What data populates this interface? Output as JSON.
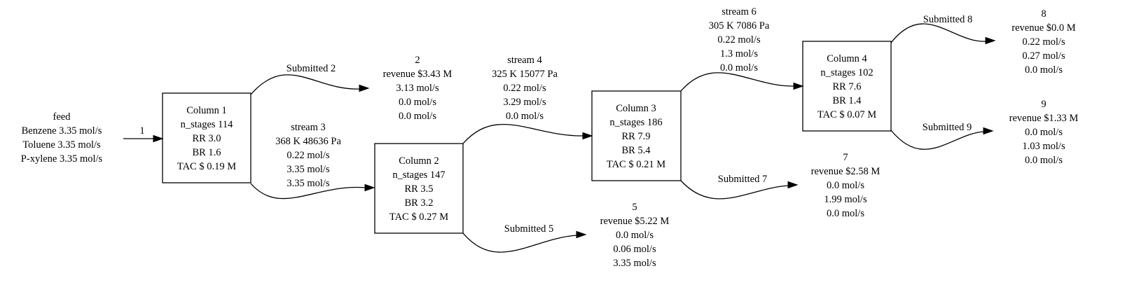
{
  "feed": {
    "title": "feed",
    "lines": [
      "Benzene 3.35 mol/s",
      "Toluene 3.35 mol/s",
      "P-xylene 3.35 mol/s"
    ]
  },
  "columns": {
    "c1": {
      "name": "Column 1",
      "stages": "n_stages 114",
      "rr": "RR 3.0",
      "br": "BR 1.6",
      "tac": "TAC $ 0.19 M"
    },
    "c2": {
      "name": "Column 2",
      "stages": "n_stages 147",
      "rr": "RR 3.5",
      "br": "BR 3.2",
      "tac": "TAC $ 0.27 M"
    },
    "c3": {
      "name": "Column 3",
      "stages": "n_stages 186",
      "rr": "RR 7.9",
      "br": "BR 5.4",
      "tac": "TAC $ 0.21 M"
    },
    "c4": {
      "name": "Column 4",
      "stages": "n_stages 102",
      "rr": "RR 7.6",
      "br": "BR 1.4",
      "tac": "TAC $ 0.07 M"
    }
  },
  "products": {
    "p2": {
      "id": "2",
      "revenue": "revenue $3.43 M",
      "lines": [
        "3.13 mol/s",
        "0.0 mol/s",
        "0.0 mol/s"
      ]
    },
    "p5": {
      "id": "5",
      "revenue": "revenue $5.22 M",
      "lines": [
        "0.0 mol/s",
        "0.06 mol/s",
        "3.35 mol/s"
      ]
    },
    "p7": {
      "id": "7",
      "revenue": "revenue $2.58 M",
      "lines": [
        "0.0 mol/s",
        "1.99 mol/s",
        "0.0 mol/s"
      ]
    },
    "p8": {
      "id": "8",
      "revenue": "revenue $0.0 M",
      "lines": [
        "0.22 mol/s",
        "0.27 mol/s",
        "0.0 mol/s"
      ]
    },
    "p9": {
      "id": "9",
      "revenue": "revenue $1.33 M",
      "lines": [
        "0.0 mol/s",
        "1.03 mol/s",
        "0.0 mol/s"
      ]
    }
  },
  "edges": {
    "e1": {
      "label": "1"
    },
    "e2": {
      "label": "Submitted 2"
    },
    "e3": {
      "lines": [
        "stream 3",
        "368 K 48636 Pa",
        "0.22 mol/s",
        "3.35 mol/s",
        "3.35 mol/s"
      ]
    },
    "e4": {
      "lines": [
        "stream 4",
        "325 K 15077 Pa",
        "0.22 mol/s",
        "3.29 mol/s",
        "0.0 mol/s"
      ]
    },
    "e5": {
      "label": "Submitted 5"
    },
    "e6": {
      "lines": [
        "stream 6",
        "305 K 7086 Pa",
        "0.22 mol/s",
        "1.3 mol/s",
        "0.0 mol/s"
      ]
    },
    "e7": {
      "label": "Submitted 7"
    },
    "e8": {
      "label": "Submitted 8"
    },
    "e9": {
      "label": "Submitted 9"
    }
  }
}
